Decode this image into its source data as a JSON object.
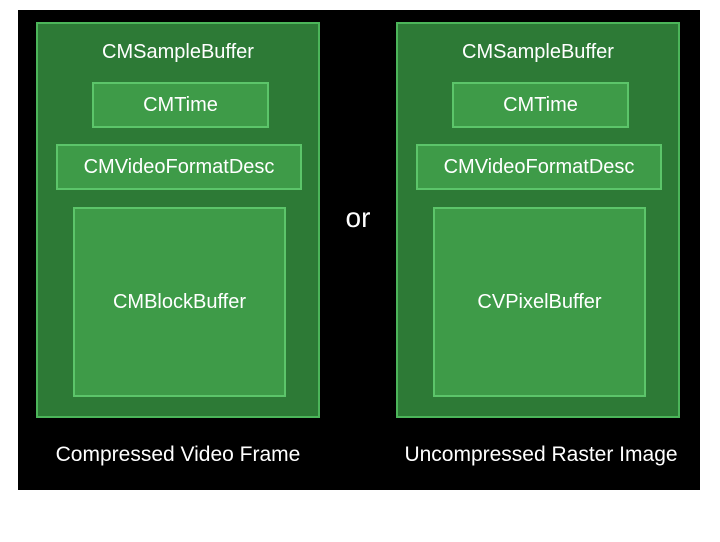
{
  "left_panel": {
    "title": "CMSampleBuffer",
    "time": "CMTime",
    "format": "CMVideoFormatDesc",
    "buffer": "CMBlockBuffer",
    "caption": "Compressed Video Frame"
  },
  "separator": "or",
  "right_panel": {
    "title": "CMSampleBuffer",
    "time": "CMTime",
    "format": "CMVideoFormatDesc",
    "buffer": "CVPixelBuffer",
    "caption": "Uncompressed Raster Image"
  },
  "colors": {
    "background": "#000000",
    "outer_fill": "#2d7a36",
    "outer_border": "#4cb55a",
    "inner_fill": "#3e9b48",
    "inner_border": "#5cc56a",
    "text": "#ffffff"
  }
}
